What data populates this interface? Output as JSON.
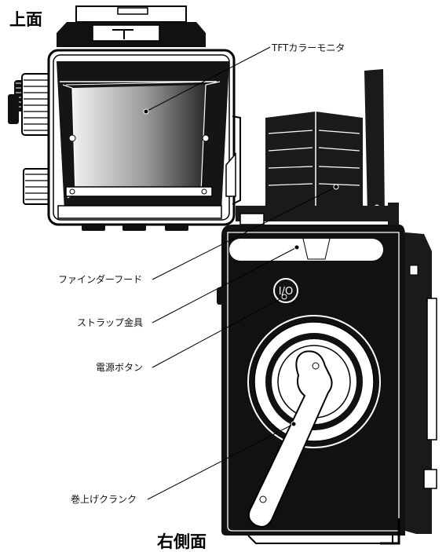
{
  "headings": {
    "top_view": "上面",
    "right_view": "右側面"
  },
  "callouts": {
    "tft_monitor": "TFTカラーモニタ",
    "finder_hood": "ファインダーフード",
    "strap_mount": "ストラップ金具",
    "power_button": "電源ボタン",
    "wind_crank": "巻上げクランク"
  },
  "power_button_symbol": "I/O"
}
